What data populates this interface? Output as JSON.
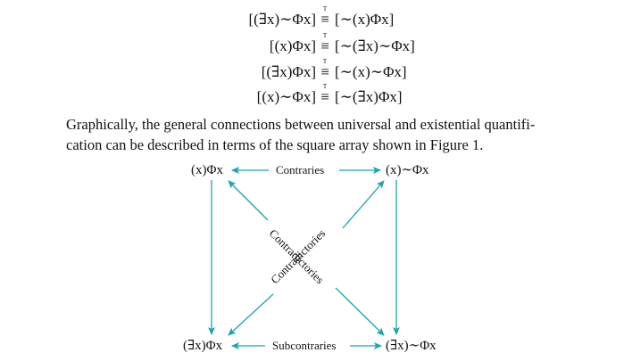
{
  "equivalences": [
    {
      "lhs": "[(∃x)∼Φx]",
      "op": "≡",
      "op_mark": "T",
      "rhs": "[∼(x)Φx]"
    },
    {
      "lhs": "[(x)Φx]",
      "op": "≡",
      "op_mark": "T",
      "rhs": "[∼(∃x)∼Φx]"
    },
    {
      "lhs": "[(∃x)Φx]",
      "op": "≡",
      "op_mark": "T",
      "rhs": "[∼(x)∼Φx]"
    },
    {
      "lhs": "[(x)∼Φx]",
      "op": "≡",
      "op_mark": "T",
      "rhs": "[∼(∃x)Φx]"
    }
  ],
  "paragraph": {
    "line1": "Graphically, the general connections between universal and existential quantifi-",
    "line2": "cation can be described in terms of the square array shown in Figure 1."
  },
  "square": {
    "top_left": "(x)Φx",
    "top_right": "(x)∼Φx",
    "bottom_left": "(∃x)Φx",
    "bottom_right": "(∃x)∼Φx",
    "top_relation": "Contraries",
    "bottom_relation": "Subcontraries",
    "diagonal_label_1": "Contradictories",
    "diagonal_label_2": "Contradictories",
    "arrow_color": "#1aa6a6"
  }
}
